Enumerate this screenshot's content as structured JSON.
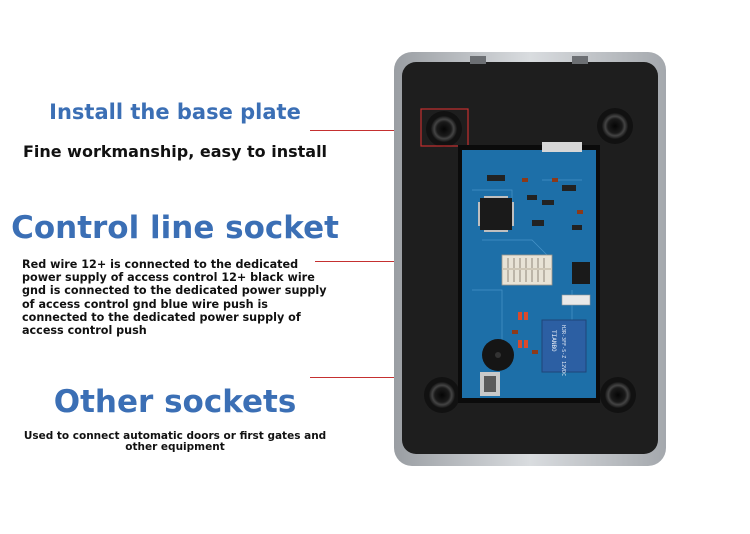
{
  "sections": {
    "base_plate": {
      "title": "Install the base plate",
      "subtitle": "Fine workmanship, easy to install"
    },
    "control_socket": {
      "title": "Control line socket",
      "description": "Red wire 12+ is connected to the dedicated power supply of access control 12+ black wire gnd is connected to the dedicated power supply of access control gnd blue wire push is connected to the dedicated power supply of access control push"
    },
    "other_sockets": {
      "title": "Other sockets",
      "description": "Used to connect automatic doors or first gates and other equipment"
    }
  },
  "board_labels": {
    "relay_brand": "TIANBO",
    "relay_model": "HJR-3FF-S-Z 12VDC"
  },
  "colors": {
    "heading": "#3b6fb5",
    "pointer_line": "#c53030",
    "pcb": "#1d6fa8",
    "housing": "#1c1c1c"
  }
}
